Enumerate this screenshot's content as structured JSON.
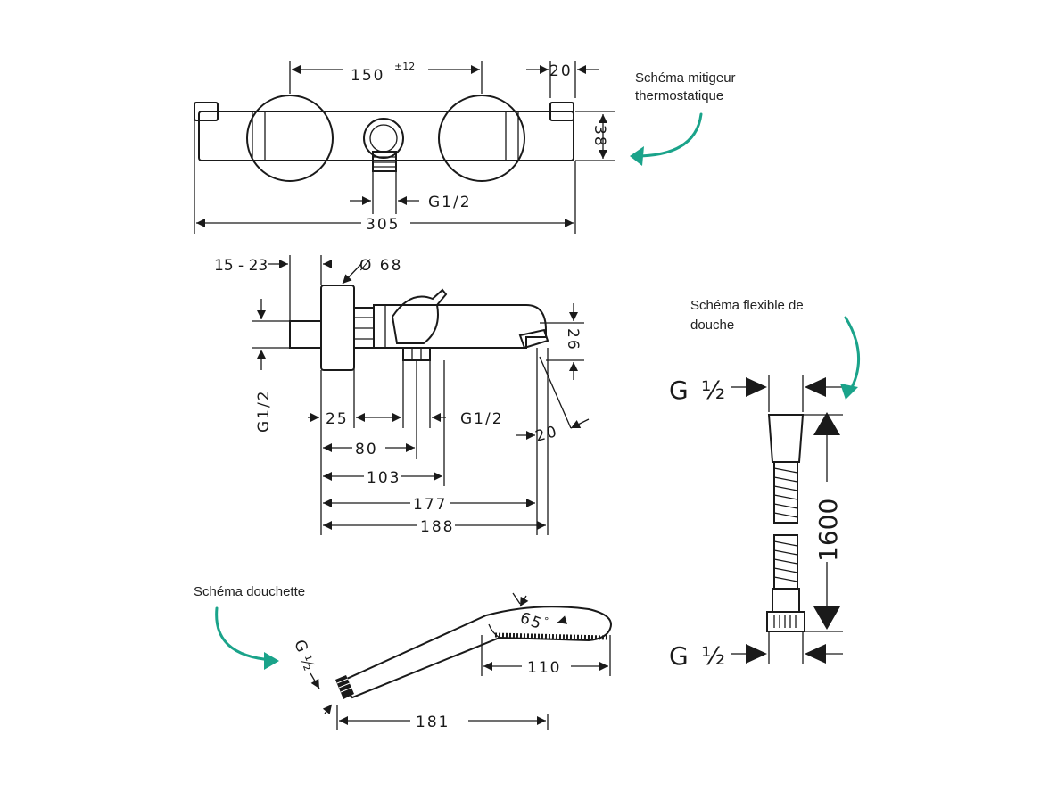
{
  "notes": {
    "mixer": [
      "Schéma mitigeur",
      "thermostatique"
    ],
    "hose": [
      "Schéma flexible de",
      "douche"
    ],
    "handshower": "Schéma douchette"
  },
  "mixer_top": {
    "d150": "150",
    "d150_tol": "±12",
    "d20": "20",
    "d38": "38",
    "g12": "G1/2",
    "d305": "305"
  },
  "mixer_side": {
    "d15_23": "15 - 23",
    "d68": "Ø 68",
    "g12_vert": "G1/2",
    "d25": "25",
    "g12": "G1/2",
    "d20": "20",
    "d26": "26",
    "d80": "80",
    "d103": "103",
    "d177": "177",
    "d188": "188"
  },
  "hose": {
    "g_top": "G",
    "half_top": "½",
    "g_bottom": "G",
    "half_bottom": "½",
    "length": "1600"
  },
  "handshower": {
    "g12": "G ½",
    "d65": "65",
    "d110": "110",
    "d181": "181"
  },
  "colors": {
    "accent": "#1aa38a",
    "ink": "#1a1a1a"
  }
}
